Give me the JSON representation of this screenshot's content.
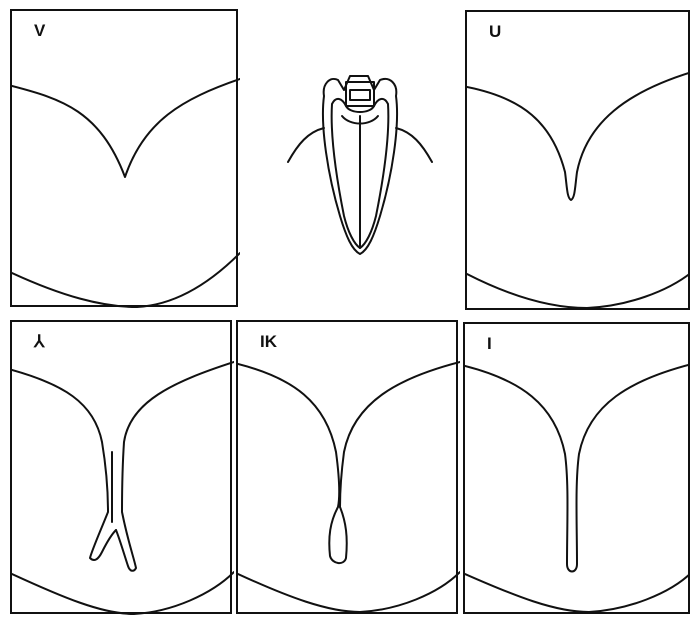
{
  "panels": [
    {
      "id": "v",
      "label": "V"
    },
    {
      "id": "u",
      "label": "U"
    },
    {
      "id": "y",
      "label": "⅄"
    },
    {
      "id": "ik",
      "label": "IK"
    },
    {
      "id": "i",
      "label": "I"
    }
  ]
}
